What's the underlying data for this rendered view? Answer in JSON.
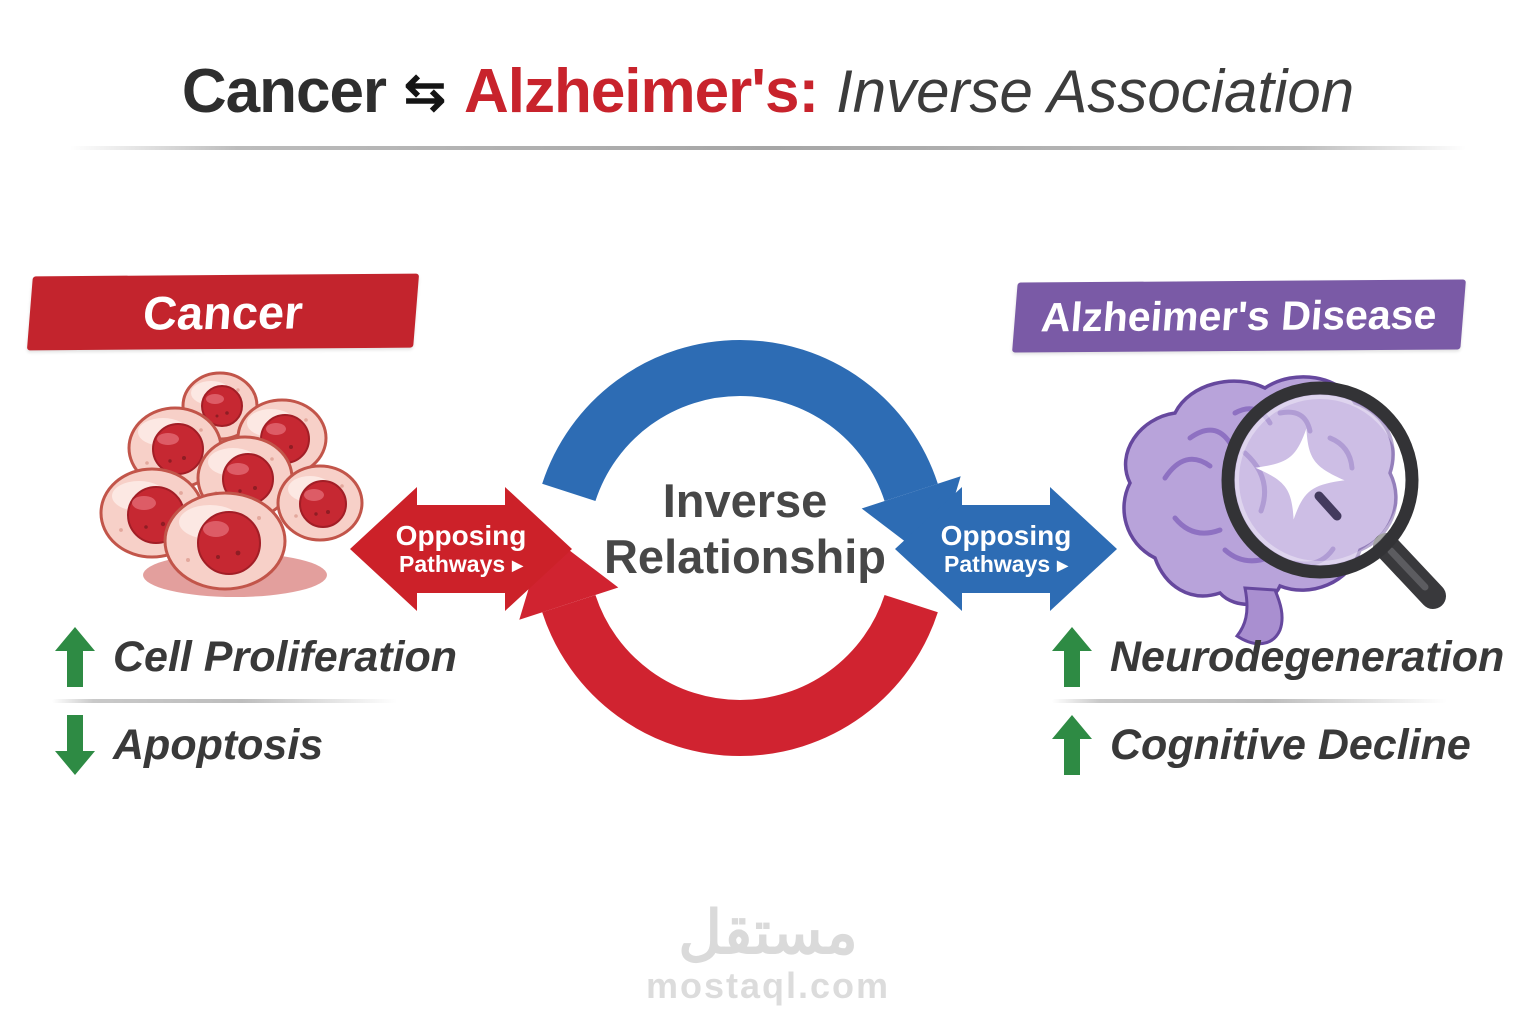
{
  "title": {
    "lead": "Cancer",
    "arrow_glyph": "⇆",
    "highlight": "Alzheimer's:",
    "subtitle": "Inverse Association"
  },
  "left_panel": {
    "banner_label": "Cancer",
    "items": [
      {
        "arrow": "up",
        "label": "Cell Proliferation"
      },
      {
        "arrow": "down",
        "label": "Apoptosis"
      }
    ]
  },
  "right_panel": {
    "banner_label": "Alzheimer's Disease",
    "items": [
      {
        "arrow": "up",
        "label": "Neurodegeneration"
      },
      {
        "arrow": "up",
        "label": "Cognitive Decline"
      }
    ]
  },
  "center": {
    "cycle_label_line1": "Inverse",
    "cycle_label_line2": "Relationship",
    "left_connector": {
      "line1": "Opposing",
      "line2": "Pathways",
      "pointer": "▶"
    },
    "right_connector": {
      "line1": "Opposing",
      "line2": "Pathways",
      "pointer": "▶"
    }
  },
  "watermark": {
    "arabic": "مستقل",
    "domain_label": "mostaql.com"
  },
  "colors": {
    "cancer_red": "#c3242d",
    "alzheimers_purple": "#7a5aa6",
    "cycle_blue": "#2d6cb4",
    "cycle_red": "#d02330",
    "connector_red": "#cc2129",
    "connector_blue": "#2d6cb4",
    "green_arrow": "#2e8b44",
    "text_dark": "#3a3a3a",
    "watermark_gray": "#dadada"
  }
}
